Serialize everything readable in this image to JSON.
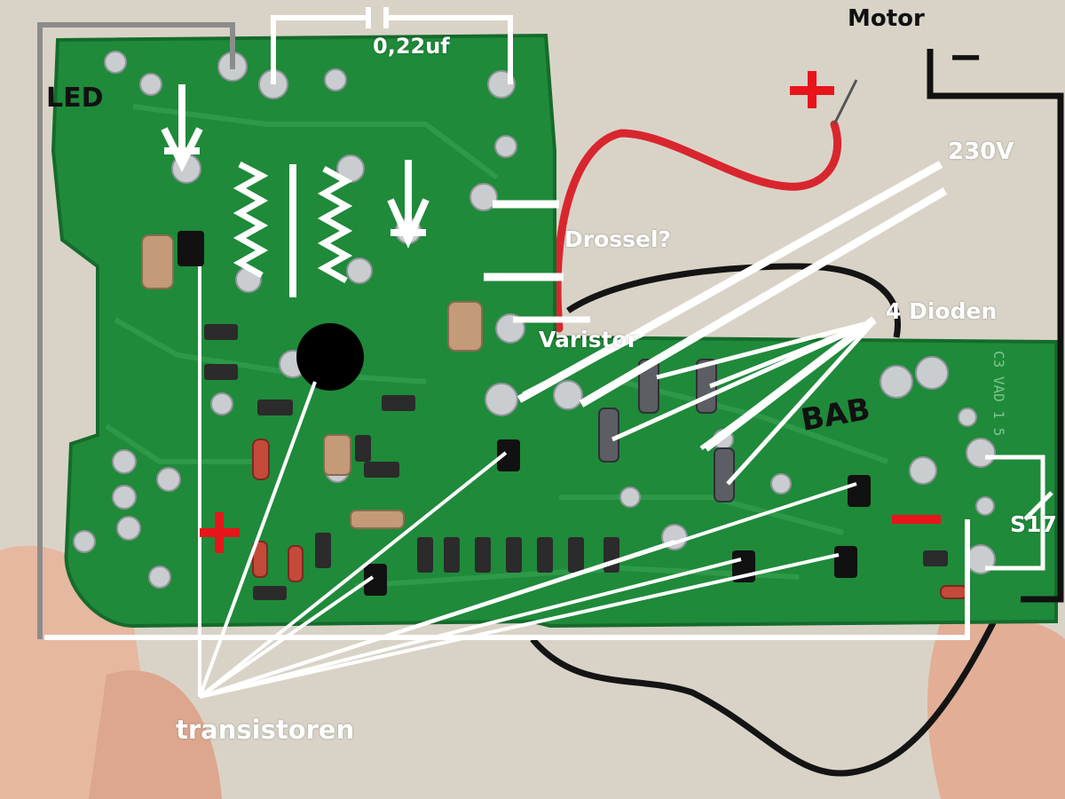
{
  "labels": {
    "led": "LED",
    "capacitor": "0,22uf",
    "motor": "Motor",
    "minus_sign": "−",
    "voltage": "230V",
    "choke": "Drossel?",
    "varistor": "Varistor",
    "diodes": "4 Dioden",
    "switch": "S17",
    "transistors": "transistoren",
    "plus_sign": "+"
  },
  "colors": {
    "pcb_green": "#1f8a3a",
    "pcb_dark_green": "#156b2b",
    "annotation_white": "#ffffff",
    "annotation_red": "#e8141c",
    "wire_red": "#d8262f",
    "wire_black": "#141414",
    "wall": "#d9d3c7"
  }
}
